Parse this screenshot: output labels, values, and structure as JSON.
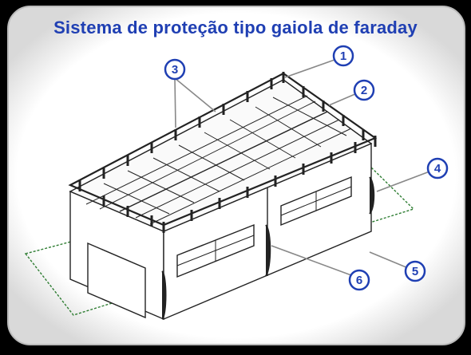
{
  "title": "Sistema de proteção tipo gaiola de faraday",
  "callouts": [
    {
      "number": "1"
    },
    {
      "number": "2"
    },
    {
      "number": "3"
    },
    {
      "number": "4"
    },
    {
      "number": "5"
    },
    {
      "number": "6"
    }
  ],
  "colors": {
    "title": "#1f3fb3",
    "callout_circle": "#1f3fb3",
    "background": "#000000",
    "panel": "#ffffff",
    "ground_outline": "#2e7d32"
  }
}
